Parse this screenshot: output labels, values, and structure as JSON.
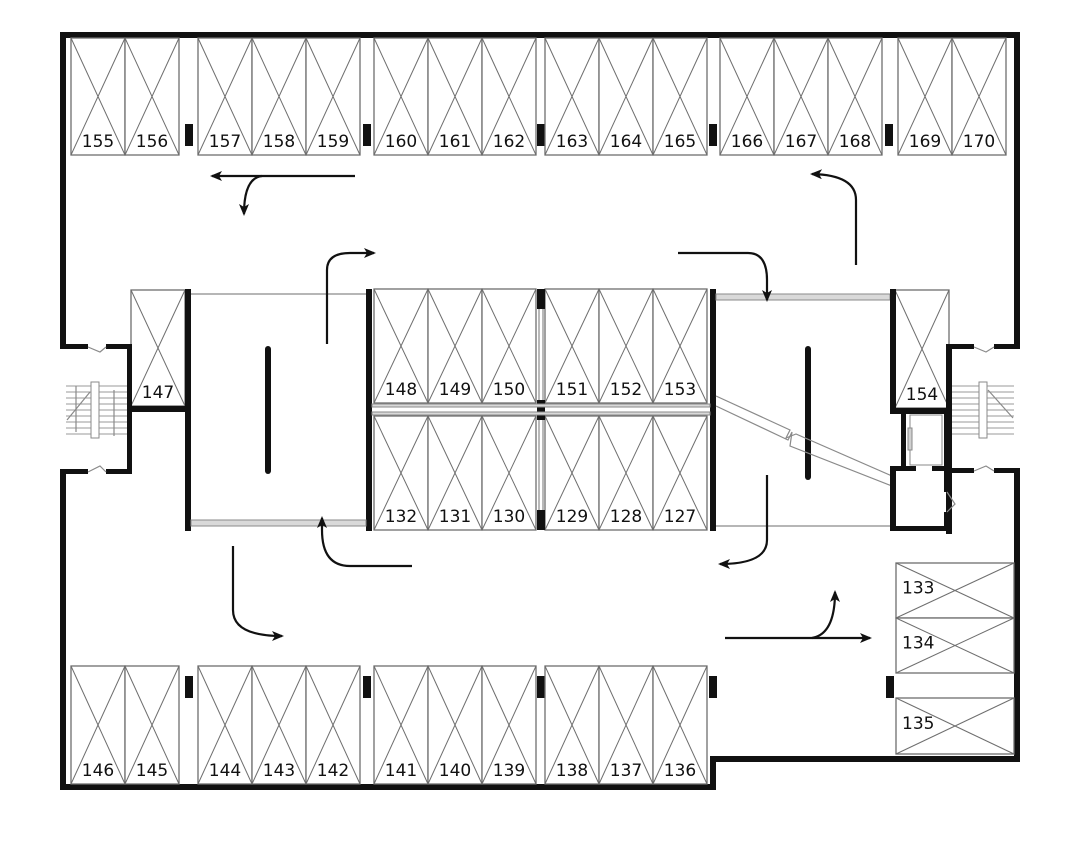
{
  "title": "Parking level floor plan",
  "colors": {
    "wall": "#111111",
    "slot_line": "#6e6e6e",
    "background": "#ffffff"
  },
  "rows": {
    "top": [
      "155",
      "156",
      "157",
      "158",
      "159",
      "160",
      "161",
      "162",
      "163",
      "164",
      "165",
      "166",
      "167",
      "168",
      "169",
      "170"
    ],
    "center_upper": [
      "148",
      "149",
      "150",
      "151",
      "152",
      "153"
    ],
    "center_lower": [
      "132",
      "131",
      "130",
      "129",
      "128",
      "127"
    ],
    "bottom": [
      "146",
      "145",
      "144",
      "143",
      "142",
      "141",
      "140",
      "139",
      "138",
      "137",
      "136"
    ],
    "left_single": [
      "147"
    ],
    "right_single": [
      "154"
    ],
    "right_side": [
      "133",
      "134",
      "135"
    ]
  },
  "features": {
    "stairs": [
      "left-stairwell",
      "right-stairwell"
    ],
    "elevator": "elevator",
    "ramps": [
      "left-ramp",
      "right-ramp"
    ],
    "traffic_arrows": 10
  }
}
